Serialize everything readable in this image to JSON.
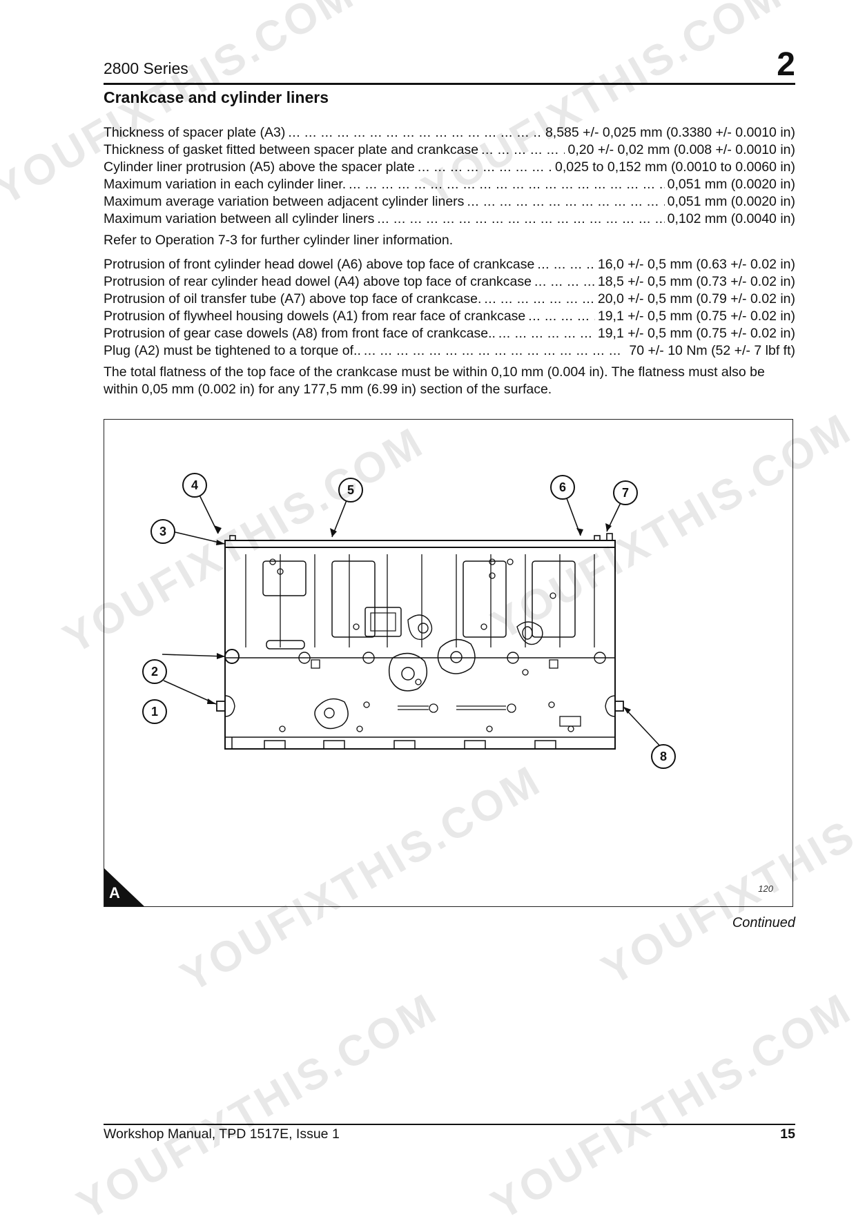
{
  "header": {
    "series": "2800 Series",
    "chapter": "2"
  },
  "section_title": "Crankcase and cylinder liners",
  "specs_group1": [
    {
      "label": "Thickness of spacer plate (A3)",
      "value": "8,585 +/- 0,025 mm (0.3380 +/- 0.0010 in)"
    },
    {
      "label": "Thickness of gasket fitted between spacer plate and crankcase",
      "value": "0,20 +/- 0,02 mm (0.008 +/- 0.0010 in)"
    },
    {
      "label": "Cylinder liner protrusion (A5) above the spacer plate",
      "value": "0,025 to 0,152 mm (0.0010 to 0.0060 in)"
    },
    {
      "label": "Maximum variation in each cylinder liner.",
      "value": "0,051 mm (0.0020 in)"
    },
    {
      "label": "Maximum average variation between adjacent cylinder liners",
      "value": "0,051 mm (0.0020 in)"
    },
    {
      "label": "Maximum variation between all cylinder liners",
      "value": "0,102 mm (0.0040 in)"
    }
  ],
  "note": "Refer to Operation 7-3 for further cylinder liner information.",
  "specs_group2": [
    {
      "label": "Protrusion of front cylinder head dowel (A6) above top face of crankcase",
      "value": "16,0 +/- 0,5 mm (0.63 +/- 0.02 in)"
    },
    {
      "label": "Protrusion of rear cylinder head dowel (A4) above top face of crankcase",
      "value": "18,5 +/- 0,5 mm (0.73 +/- 0.02 in)"
    },
    {
      "label": "Protrusion of oil transfer tube (A7) above top face of crankcase.",
      "value": "20,0 +/- 0,5 mm (0.79 +/- 0.02 in)"
    },
    {
      "label": "Protrusion of flywheel housing dowels (A1) from rear face of crankcase",
      "value": "19,1 +/- 0,5 mm (0.75 +/- 0.02 in)"
    },
    {
      "label": "Protrusion of gear case dowels (A8) from front face of crankcase..",
      "value": "19,1 +/- 0,5 mm (0.75 +/- 0.02 in)"
    },
    {
      "label": "Plug (A2) must be tightened to a torque of..",
      "value": "70 +/- 10 Nm (52 +/- 7 lbf ft)"
    }
  ],
  "flatness_text": "The total flatness of the top face of the crankcase must be within 0,10 mm (0.004 in). The flatness must also be within 0,05 mm (0.002 in) for any 177,5 mm (6.99 in) section of the surface.",
  "figure": {
    "letter": "A",
    "number": "120",
    "callouts": [
      "1",
      "2",
      "3",
      "4",
      "5",
      "6",
      "7",
      "8"
    ]
  },
  "continued": "Continued",
  "footer": {
    "left": "Workshop Manual, TPD 1517E, Issue 1",
    "page": "15"
  },
  "watermark": "YOUFIXTHIS.COM"
}
